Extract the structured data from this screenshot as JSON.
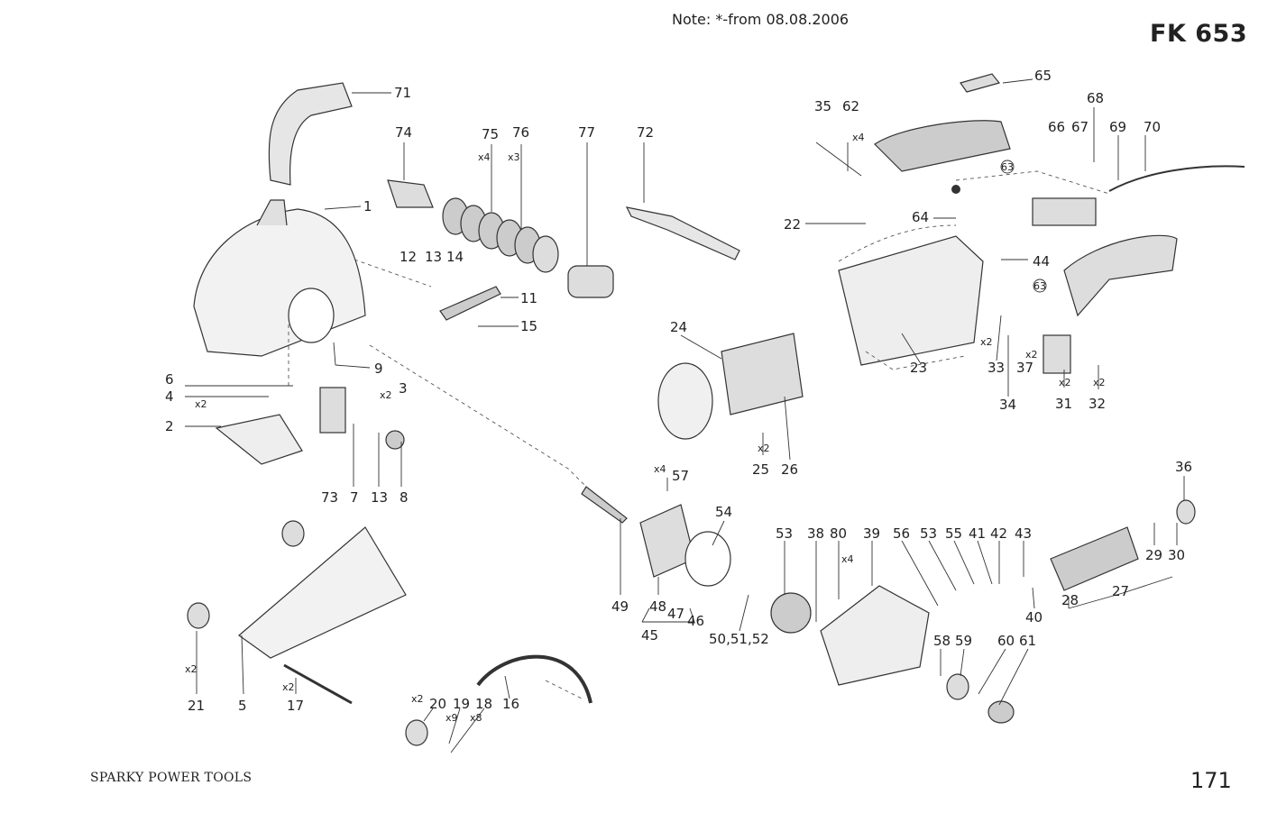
{
  "header": {
    "note": "Note:  *-from 08.08.2006",
    "model": "FK 653"
  },
  "footer": {
    "brand": "SPARKY POWER TOOLS",
    "page_number": "171"
  },
  "callouts": [
    {
      "label": "71"
    },
    {
      "label": "1"
    },
    {
      "label": "74"
    },
    {
      "label": "75"
    },
    {
      "label": "76"
    },
    {
      "label": "77"
    },
    {
      "label": "72"
    },
    {
      "label": "12"
    },
    {
      "label": "13"
    },
    {
      "label": "14"
    },
    {
      "label": "11"
    },
    {
      "label": "15"
    },
    {
      "label": "9"
    },
    {
      "label": "6"
    },
    {
      "label": "4"
    },
    {
      "label": "3"
    },
    {
      "label": "2"
    },
    {
      "label": "73"
    },
    {
      "label": "7"
    },
    {
      "label": "13"
    },
    {
      "label": "8"
    },
    {
      "label": "35"
    },
    {
      "label": "62"
    },
    {
      "label": "65"
    },
    {
      "label": "68"
    },
    {
      "label": "66"
    },
    {
      "label": "67"
    },
    {
      "label": "69"
    },
    {
      "label": "70"
    },
    {
      "label": "22"
    },
    {
      "label": "64"
    },
    {
      "label": "44"
    },
    {
      "label": "24"
    },
    {
      "label": "23"
    },
    {
      "label": "33"
    },
    {
      "label": "37"
    },
    {
      "label": "34"
    },
    {
      "label": "31"
    },
    {
      "label": "32"
    },
    {
      "label": "25"
    },
    {
      "label": "26"
    },
    {
      "label": "57"
    },
    {
      "label": "54"
    },
    {
      "label": "49"
    },
    {
      "label": "48"
    },
    {
      "label": "47"
    },
    {
      "label": "46"
    },
    {
      "label": "45"
    },
    {
      "label": "50,51,52"
    },
    {
      "label": "53"
    },
    {
      "label": "38"
    },
    {
      "label": "80"
    },
    {
      "label": "39"
    },
    {
      "label": "56"
    },
    {
      "label": "53"
    },
    {
      "label": "55"
    },
    {
      "label": "41"
    },
    {
      "label": "42"
    },
    {
      "label": "43"
    },
    {
      "label": "40"
    },
    {
      "label": "36"
    },
    {
      "label": "29"
    },
    {
      "label": "30"
    },
    {
      "label": "27"
    },
    {
      "label": "28"
    },
    {
      "label": "58"
    },
    {
      "label": "59"
    },
    {
      "label": "60"
    },
    {
      "label": "61"
    },
    {
      "label": "21"
    },
    {
      "label": "5"
    },
    {
      "label": "17"
    },
    {
      "label": "20"
    },
    {
      "label": "19"
    },
    {
      "label": "18"
    },
    {
      "label": "16"
    }
  ],
  "multipliers": [
    {
      "label": "x4"
    },
    {
      "label": "x3"
    },
    {
      "label": "x2"
    },
    {
      "label": "x2"
    },
    {
      "label": "x4"
    },
    {
      "label": "x2"
    },
    {
      "label": "x2"
    },
    {
      "label": "x2"
    },
    {
      "label": "x2"
    },
    {
      "label": "x2"
    },
    {
      "label": "x4"
    },
    {
      "label": "x4"
    },
    {
      "label": "x2"
    },
    {
      "label": "x2"
    },
    {
      "label": "x2"
    },
    {
      "label": "x9"
    },
    {
      "label": "x8"
    }
  ],
  "connector_marks": [
    {
      "label": "63"
    },
    {
      "label": "63"
    },
    {
      "label": "63"
    }
  ]
}
